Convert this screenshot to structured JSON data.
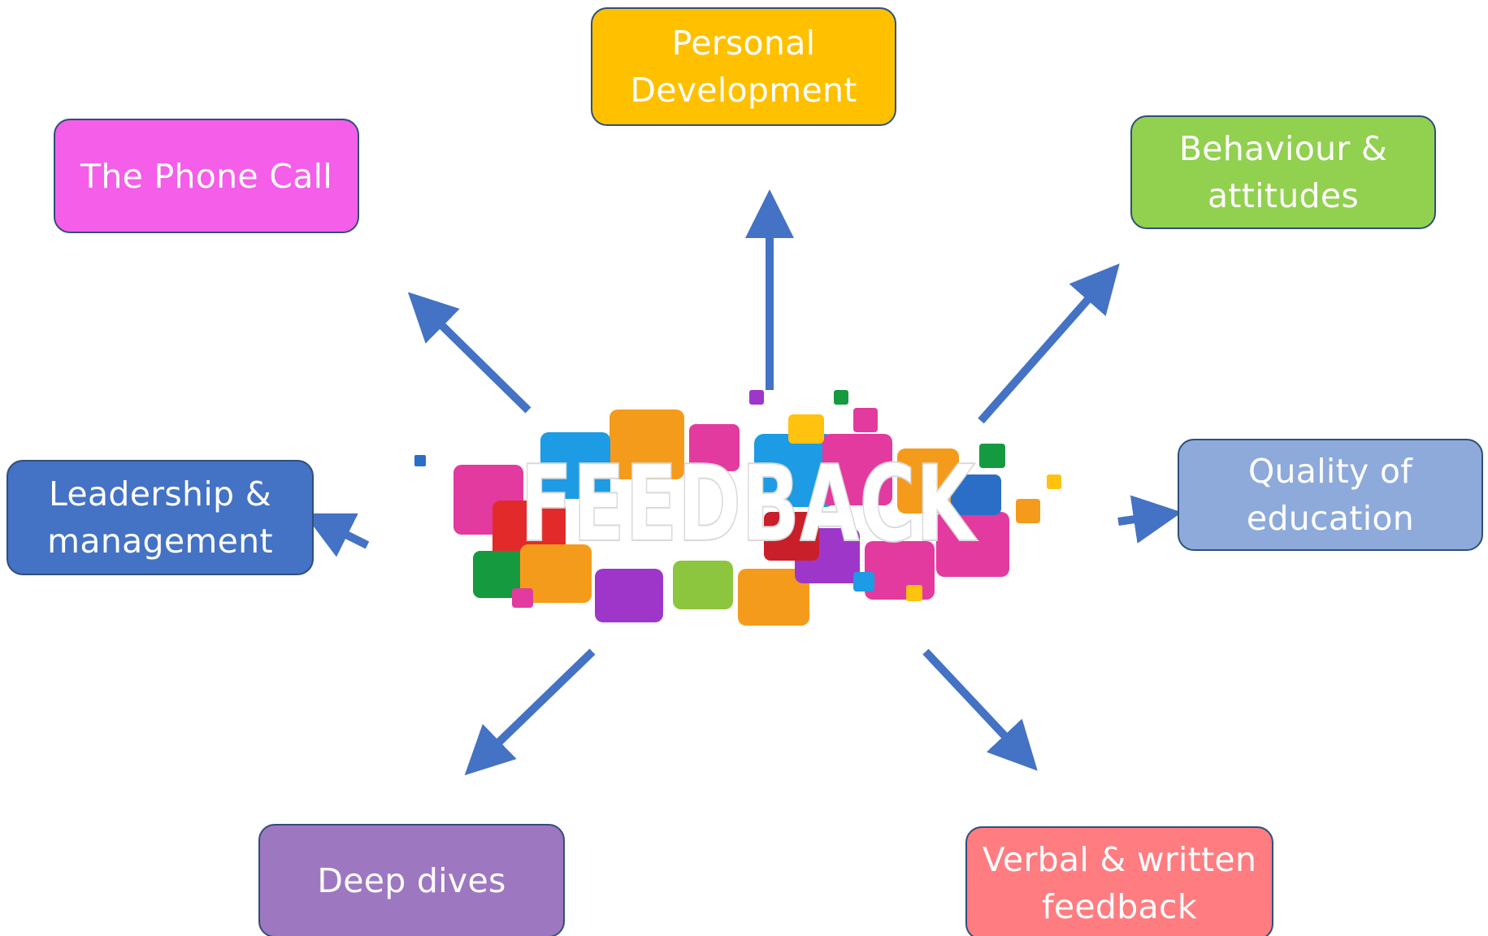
{
  "colors": {
    "arrow": "#4472c4",
    "node_border": "#2f4f7a",
    "personal_development": "#ffc000",
    "phone_call": "#f45ee8",
    "behaviour": "#92d050",
    "leadership": "#4472c4",
    "quality": "#8eaadb",
    "deep_dives": "#9e77c1",
    "verbal_written": "#ff7c80"
  },
  "center": {
    "word": "FEEDBACK",
    "icon": "speech-bubbles-logo"
  },
  "nodes": {
    "personal_development": {
      "line1": "Personal",
      "line2": "Development"
    },
    "phone_call": {
      "line1": "The Phone Call"
    },
    "behaviour": {
      "line1": "Behaviour &",
      "line2": "attitudes"
    },
    "leadership": {
      "line1": "Leadership &",
      "line2": "management"
    },
    "quality": {
      "line1": "Quality of",
      "line2": "education"
    },
    "deep_dives": {
      "line1": "Deep dives"
    },
    "verbal_written": {
      "line1": "Verbal & written",
      "line2": "feedback"
    }
  }
}
